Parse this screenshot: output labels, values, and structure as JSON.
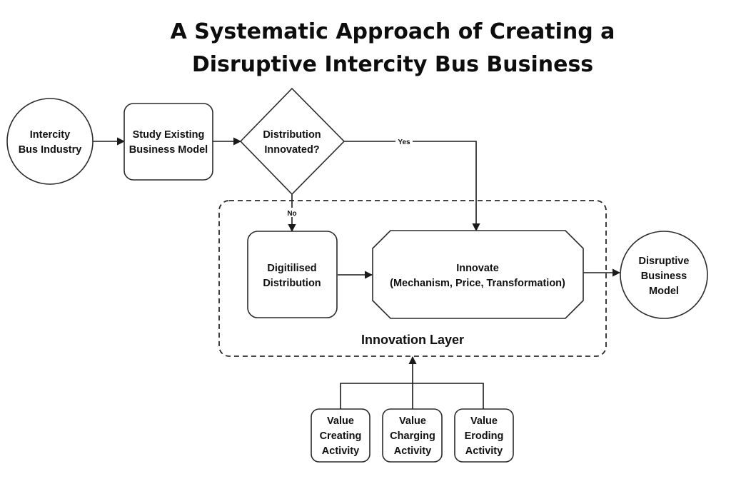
{
  "title": {
    "line1": "A Systematic Approach of Creating a",
    "line2": "Disruptive Intercity Bus Business"
  },
  "nodes": {
    "intercity": {
      "line1": "Intercity",
      "line2": "Bus Industry"
    },
    "study": {
      "line1": "Study Existing",
      "line2": "Business Model"
    },
    "decision": {
      "line1": "Distribution",
      "line2": "Innovated?"
    },
    "digitilised": {
      "line1": "Digitilised",
      "line2": "Distribution"
    },
    "innovate": {
      "line1": "Innovate",
      "line2": "(Mechanism, Price, Transformation)"
    },
    "disruptive": {
      "line1": "Disruptive",
      "line2": "Business",
      "line3": "Model"
    },
    "value_creating": {
      "line1": "Value",
      "line2": "Creating",
      "line3": "Activity"
    },
    "value_charging": {
      "line1": "Value",
      "line2": "Charging",
      "line3": "Activity"
    },
    "value_eroding": {
      "line1": "Value",
      "line2": "Eroding",
      "line3": "Activity"
    }
  },
  "edge_labels": {
    "yes": "Yes",
    "no": "No"
  },
  "innovation_layer_label": "Innovation Layer",
  "colors": {
    "stroke": "#2a2a2a",
    "text": "#111111",
    "background": "#ffffff"
  }
}
